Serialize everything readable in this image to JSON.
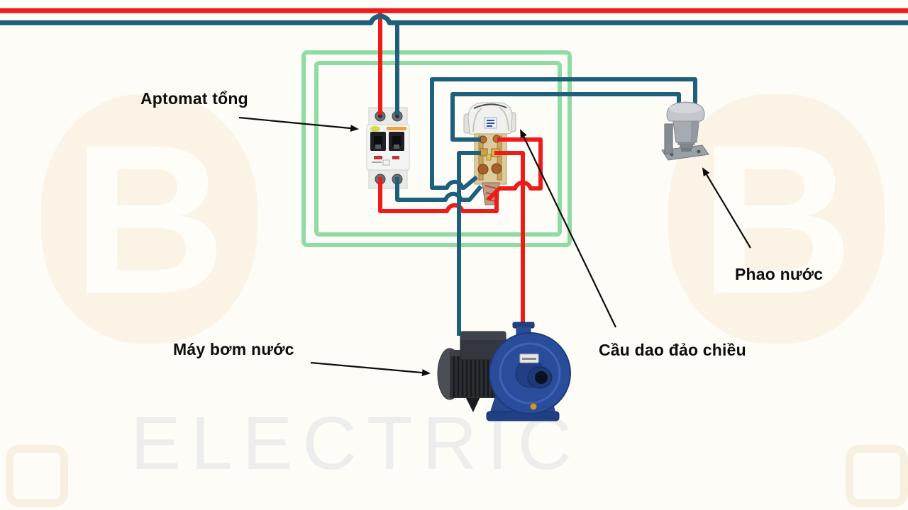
{
  "labels": {
    "breaker": "Aptomat tổng",
    "pump": "Máy bơm nước",
    "reversing_switch": "Cầu dao đảo chiều",
    "float_switch": "Phao nước"
  },
  "watermark": {
    "brand_letter": "B",
    "brand_text": "ELECTRIC"
  },
  "colors": {
    "live_wire": "#ee1b1b",
    "neutral_wire": "#1f5f7e",
    "enclosure_border": "#90dba4",
    "breaker_body": "#f4f4f2",
    "switch_base": "#ddcb9e",
    "float_body": "#a6abb2",
    "pump_body": "#2a4d9b",
    "motor_body": "#2c2f34",
    "background": "#fdfcf7"
  },
  "components": {
    "breaker": "2-pole MCB",
    "reversing_switch": "DPDT knife switch",
    "float_switch": "water float switch",
    "pump": "centrifugal water pump"
  }
}
